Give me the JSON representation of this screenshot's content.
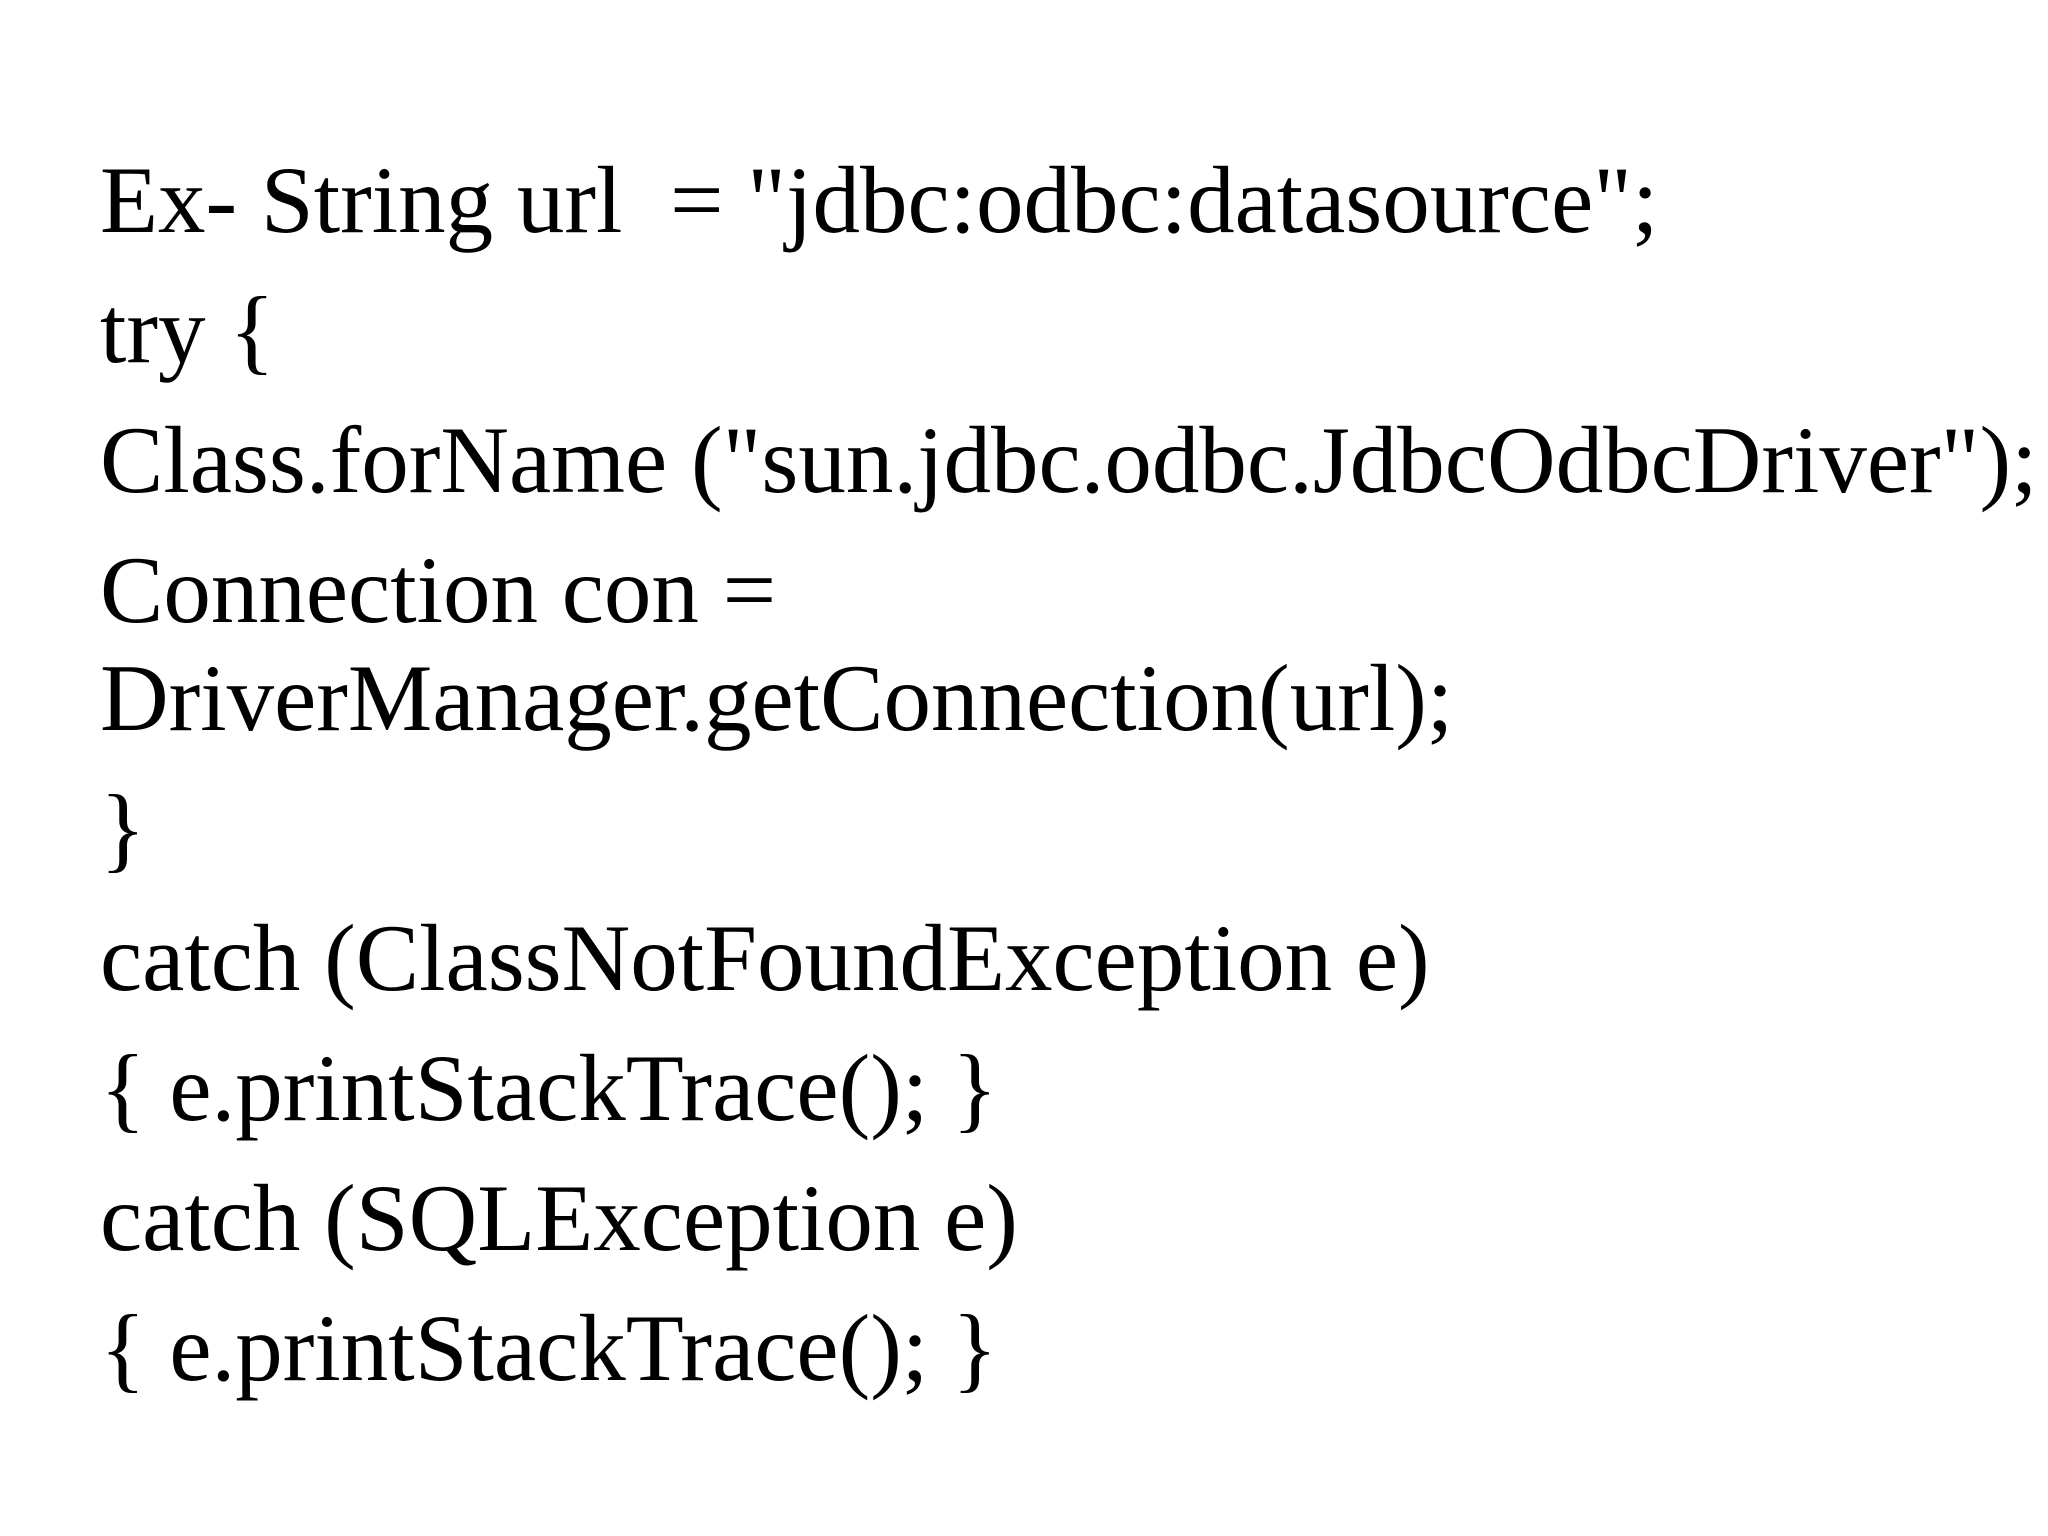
{
  "page": {
    "background_color": "#ffffff",
    "text_color": "#000000"
  },
  "code_block": {
    "language": "java",
    "lines": [
      "Ex- String url  = \"jdbc:odbc:datasource\";",
      "try {",
      "Class.forName (\"sun.jdbc.odbc.JdbcOdbcDriver\");",
      "Connection con =",
      "DriverManager.getConnection(url);",
      "}",
      "catch (ClassNotFoundException e)",
      "{ e.printStackTrace(); }",
      "catch (SQLException e)",
      "{ e.printStackTrace(); }"
    ]
  }
}
